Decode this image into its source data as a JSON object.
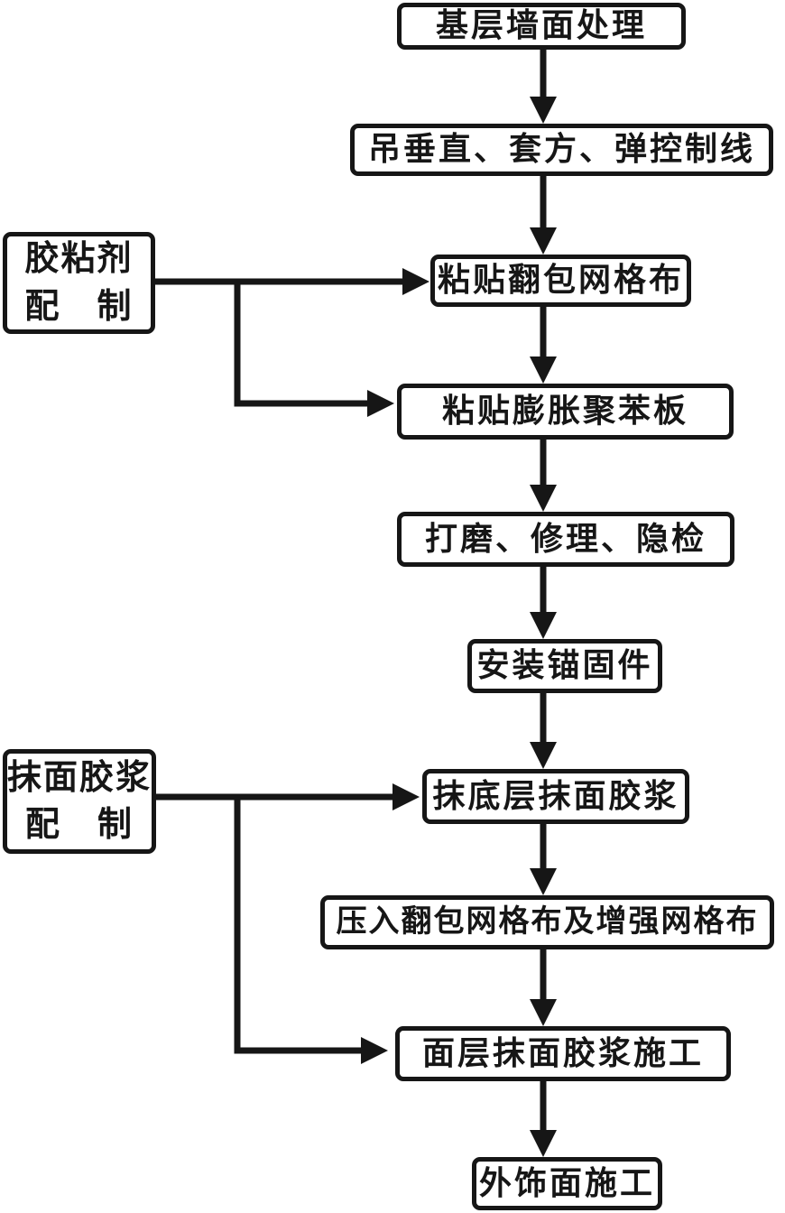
{
  "flowchart": {
    "background_color": "#ffffff",
    "stroke_color": "#161616",
    "box_fill_color": "#ffffff",
    "nodes": {
      "n1": {
        "label": "基层墙面处理"
      },
      "n2": {
        "label": "吊垂直、套方、弹控制线"
      },
      "n3": {
        "label": "粘贴翻包网格布"
      },
      "n4": {
        "label": "粘贴膨胀聚苯板"
      },
      "n5": {
        "label": "打磨、修理、隐检"
      },
      "n6": {
        "label": "安装锚固件"
      },
      "n7": {
        "label": "抹底层抹面胶浆"
      },
      "n8": {
        "label": "压入翻包网格布及增强网格布"
      },
      "n9": {
        "label": "面层抹面胶浆施工"
      },
      "n10": {
        "label": "外饰面施工"
      },
      "side_a": {
        "line1": "胶粘剂",
        "line2": "配　制"
      },
      "side_b": {
        "line1": "抹面胶浆",
        "line2": "配　制"
      }
    },
    "edges": [
      {
        "from": "n1",
        "to": "n2"
      },
      {
        "from": "n2",
        "to": "n3"
      },
      {
        "from": "n3",
        "to": "n4"
      },
      {
        "from": "n4",
        "to": "n5"
      },
      {
        "from": "n5",
        "to": "n6"
      },
      {
        "from": "n6",
        "to": "n7"
      },
      {
        "from": "n7",
        "to": "n8"
      },
      {
        "from": "n8",
        "to": "n9"
      },
      {
        "from": "n9",
        "to": "n10"
      },
      {
        "from": "side_a",
        "to": "n3"
      },
      {
        "from": "side_a",
        "to": "n4"
      },
      {
        "from": "side_b",
        "to": "n7"
      },
      {
        "from": "side_b",
        "to": "n9"
      }
    ]
  }
}
